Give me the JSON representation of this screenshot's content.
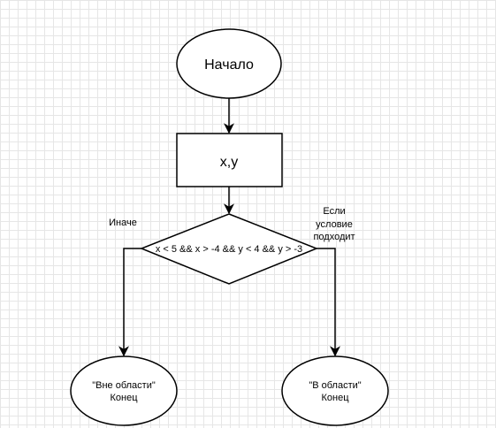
{
  "diagram": {
    "nodes": {
      "start": {
        "label": "Начало"
      },
      "input": {
        "label": "x,y"
      },
      "condition": {
        "label": "x < 5 && x > -4 && y < 4 && y > -3"
      },
      "end_outside": {
        "line1": "\"Вне области\"",
        "line2": "Конец"
      },
      "end_inside": {
        "line1": "\"В области\"",
        "line2": "Конец"
      }
    },
    "edge_labels": {
      "else": "Иначе",
      "if_line1": "Если",
      "if_line2": "условие",
      "if_line3": "подходит"
    }
  }
}
